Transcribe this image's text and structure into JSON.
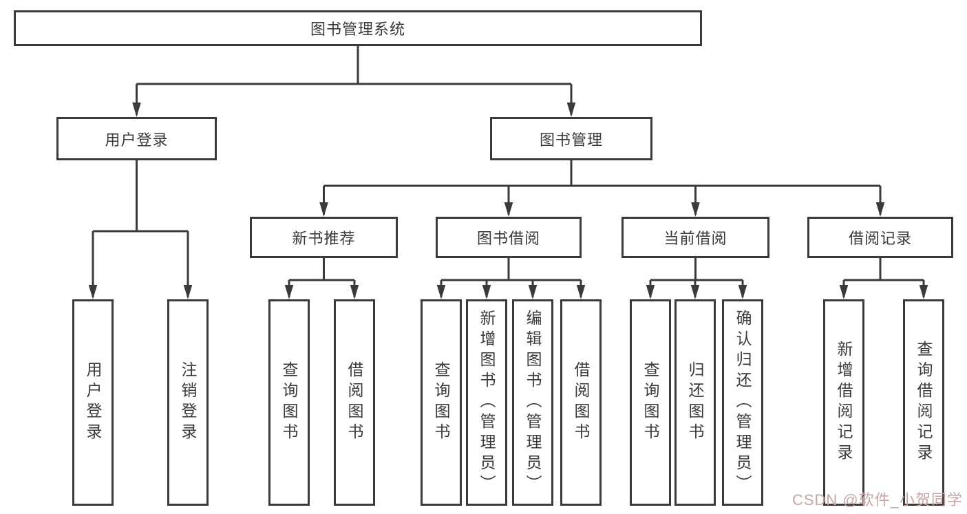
{
  "diagram": {
    "type": "hierarchy-tree",
    "root": {
      "label": "图书管理系统",
      "children": [
        {
          "label": "用户登录",
          "children": [
            {
              "label": "用户登录"
            },
            {
              "label": "注销登录"
            }
          ]
        },
        {
          "label": "图书管理",
          "children": [
            {
              "label": "新书推荐",
              "children": [
                {
                  "label": "查询图书"
                },
                {
                  "label": "借阅图书"
                }
              ]
            },
            {
              "label": "图书借阅",
              "children": [
                {
                  "label": "查询图书"
                },
                {
                  "label": "新增图书（管理员）"
                },
                {
                  "label": "编辑图书（管理员）"
                },
                {
                  "label": "借阅图书"
                }
              ]
            },
            {
              "label": "当前借阅",
              "children": [
                {
                  "label": "查询图书"
                },
                {
                  "label": "归还图书"
                },
                {
                  "label": "确认归还（管理员）"
                }
              ]
            },
            {
              "label": "借阅记录",
              "children": [
                {
                  "label": "新增借阅记录"
                },
                {
                  "label": "查询借阅记录"
                }
              ]
            }
          ]
        }
      ]
    },
    "colors": {
      "line": "#3a3a3a",
      "box_fill": "#ffffff",
      "text": "#3a3a3a"
    }
  },
  "watermark": {
    "text": "CSDN @软件_小贺同学",
    "color": "#c9a4a4"
  }
}
